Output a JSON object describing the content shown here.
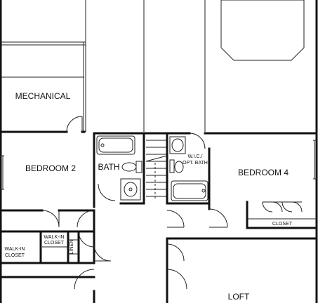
{
  "rooms": {
    "mechanical": "MECHANICAL",
    "bedroom2": "BEDROOM 2",
    "bath": "BATH",
    "wic_line1": "W.I.C./",
    "wic_line2": "OPT. BATH",
    "bedroom4": "BEDROOM 4",
    "closet": "CLOSET",
    "walkin_left_line1": "WALK-IN",
    "walkin_left_line2": "CLOSET",
    "walkin_mid_line1": "WALK-IN",
    "walkin_mid_line2": "CLOSET",
    "linen": "LINEN",
    "loft": "LOFT"
  },
  "colors": {
    "line": "#111111",
    "background": "#ffffff"
  }
}
